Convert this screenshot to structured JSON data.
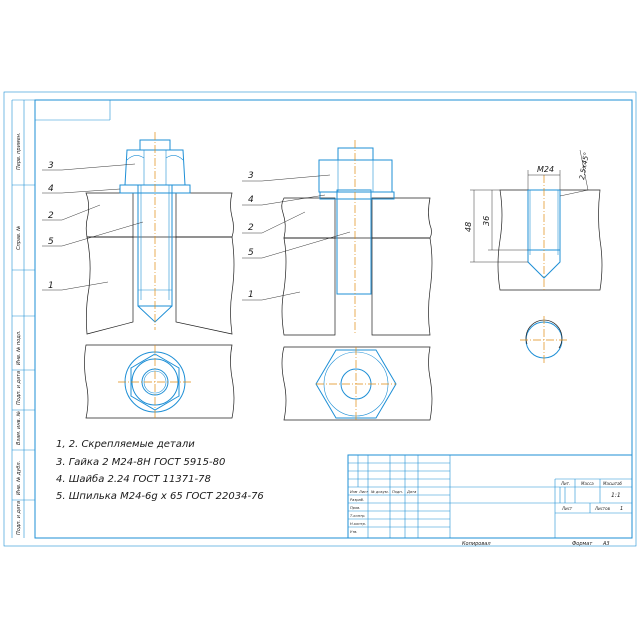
{
  "colors": {
    "outline": "#1e8fd6",
    "ink": "#202020",
    "axis": "#e08a10",
    "paper": "#ffffff"
  },
  "views": {
    "view1_callouts": [
      "3",
      "4",
      "2",
      "5",
      "1"
    ],
    "view2_callouts": [
      "3",
      "4",
      "2",
      "5",
      "1"
    ],
    "view3_dims": {
      "thread": "M24",
      "chamfer": "2,5x45°",
      "depth_outer": "48",
      "depth_inner": "36"
    }
  },
  "notes": [
    "1, 2. Скрепляемые детали",
    "3. Гайка 2 М24-8Н ГОСТ 5915-80",
    "4. Шайба 2.24 ГОСТ 11371-78",
    "5. Шпилька М24-6g x 65 ГОСТ 22034-76"
  ],
  "side_strip": [
    "Подп. и дата",
    "Инв. № дубл.",
    "Взам. инв. №",
    "Подп. и дата",
    "Инв. № подл.",
    "Справ. №",
    "Перв. примен."
  ],
  "title_block": {
    "row_labels": [
      "Изм",
      "Лист",
      "№ докум.",
      "Подп.",
      "Дата"
    ],
    "roles": [
      "Разраб.",
      "Пров.",
      "Т.контр.",
      "Н.контр.",
      "Утв."
    ],
    "lit_label": "Лит.",
    "mass_label": "Масса",
    "scale_label": "Масштаб",
    "scale_value": "1:1",
    "sheet_label": "Лист",
    "sheets_label": "Листов",
    "sheets_value": "1"
  },
  "footer": {
    "copied": "Копировал",
    "format_label": "Формат",
    "format_value": "A3"
  }
}
